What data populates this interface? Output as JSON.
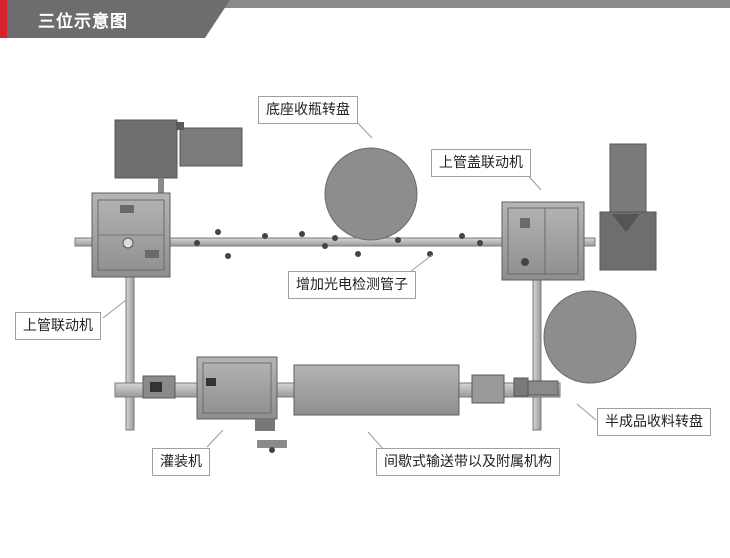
{
  "header": {
    "title": "三位示意图",
    "accent_color": "#d7212e",
    "tab_color": "#6d6d6d"
  },
  "labels": {
    "base_turntable": "底座收瓶转盘",
    "cap_linkage": "上管盖联动机",
    "photo_detect": "增加光电检测管子",
    "tube_linkage": "上管联动机",
    "finished_turntable": "半成品收料转盘",
    "filling_machine": "灌装机",
    "intermittent_conveyor": "间歇式输送带以及附属机构"
  }
}
